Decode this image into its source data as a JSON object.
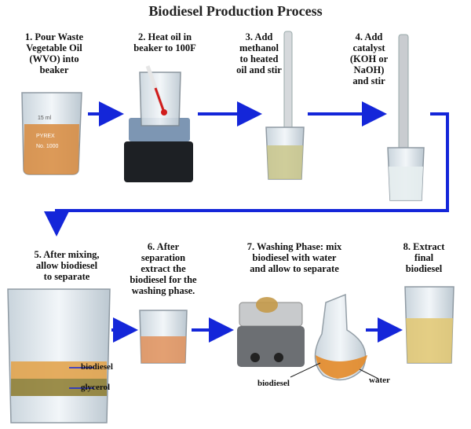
{
  "title": "Biodiesel Production Process",
  "steps": [
    {
      "label": "1. Pour Waste\nVegetable Oil\n(WVO) into\nbeaker"
    },
    {
      "label": "2. Heat oil in\nbeaker to 100F"
    },
    {
      "label": "3. Add\nmethanol\nto heated\noil and stir"
    },
    {
      "label": "4. Add\ncatalyst\n(KOH or\nNaOH)\nand stir"
    },
    {
      "label": "5. After mixing,\nallow biodiesel\nto separate"
    },
    {
      "label": "6. After\nseparation\nextract the\nbiodiesel for the\nwashing phase."
    },
    {
      "label": "7. Washing Phase: mix\nbiodiesel with water\nand allow to separate"
    },
    {
      "label": "8. Extract\nfinal\nbiodiesel"
    }
  ],
  "annotations": {
    "step5_top": "biodiesel",
    "step5_bottom": "glycerol",
    "step7_left": "biodiesel",
    "step7_right": "water"
  },
  "beaker_text": {
    "volume": "15 ml",
    "brand": "PYREX",
    "number": "No. 1000"
  },
  "colors": {
    "arrow": "#1426d9",
    "oil": "#d88a3c",
    "biodiesel": "#e2c770",
    "glycerol": "#8c7a2c",
    "glass": "#d9e3ea"
  }
}
